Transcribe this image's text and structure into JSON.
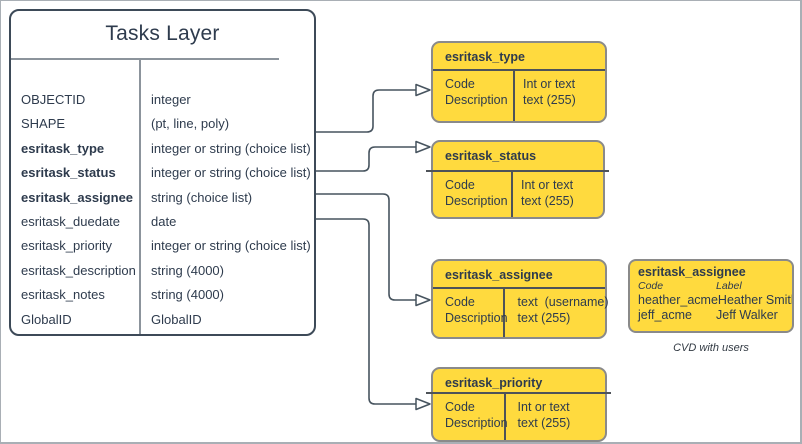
{
  "tasks_layer": {
    "title": "Tasks Layer",
    "fields": [
      {
        "name": "OBJECTID",
        "type": "integer"
      },
      {
        "name": "SHAPE",
        "type": "(pt, line, poly)"
      },
      {
        "name": "esritask_type",
        "type": "integer or string (choice list)"
      },
      {
        "name": "esritask_status",
        "type": "integer or string (choice list)"
      },
      {
        "name": "esritask_assignee",
        "type": "string (choice list)"
      },
      {
        "name": "esritask_duedate",
        "type": "date"
      },
      {
        "name": "esritask_priority",
        "type": "integer or string (choice list)"
      },
      {
        "name": "esritask_description",
        "type": "string (4000)"
      },
      {
        "name": "esritask_notes",
        "type": "string (4000)"
      },
      {
        "name": "GlobalID",
        "type": "GlobalID"
      }
    ]
  },
  "choice_tables": {
    "type": {
      "title": "esritask_type",
      "attrs": [
        "Code",
        "Description"
      ],
      "types": [
        "Int or text",
        "text (255)"
      ]
    },
    "status": {
      "title": "esritask_status",
      "attrs": [
        "Code",
        "Description"
      ],
      "types": [
        "Int or text",
        "text (255)"
      ]
    },
    "assignee": {
      "title": "esritask_assignee",
      "attrs": [
        "Code",
        "Description"
      ],
      "types": [
        "text  (username)",
        "text (255)"
      ]
    },
    "priority": {
      "title": "esritask_priority",
      "attrs": [
        "Code",
        "Description"
      ],
      "types": [
        "Int or text",
        "text (255)"
      ]
    }
  },
  "cvd_list": {
    "title": "esritask_assignee",
    "columns": [
      "Code",
      "Label"
    ],
    "entries": [
      {
        "code": "heather_acme",
        "label": "Heather Smith"
      },
      {
        "code": "jeff_acme",
        "label": "Jeff Walker"
      }
    ],
    "more": "....",
    "caption": "CVD with users"
  },
  "colors": {
    "yellow_fill": "#FFDA3E",
    "yellow_border": "#8A8A8A",
    "dark_text": "#2E3B4D",
    "white_box_border": "#3D4A58",
    "gray_divider": "#8C949C",
    "connector": "#47545F",
    "frame": "#A9AFB5"
  }
}
